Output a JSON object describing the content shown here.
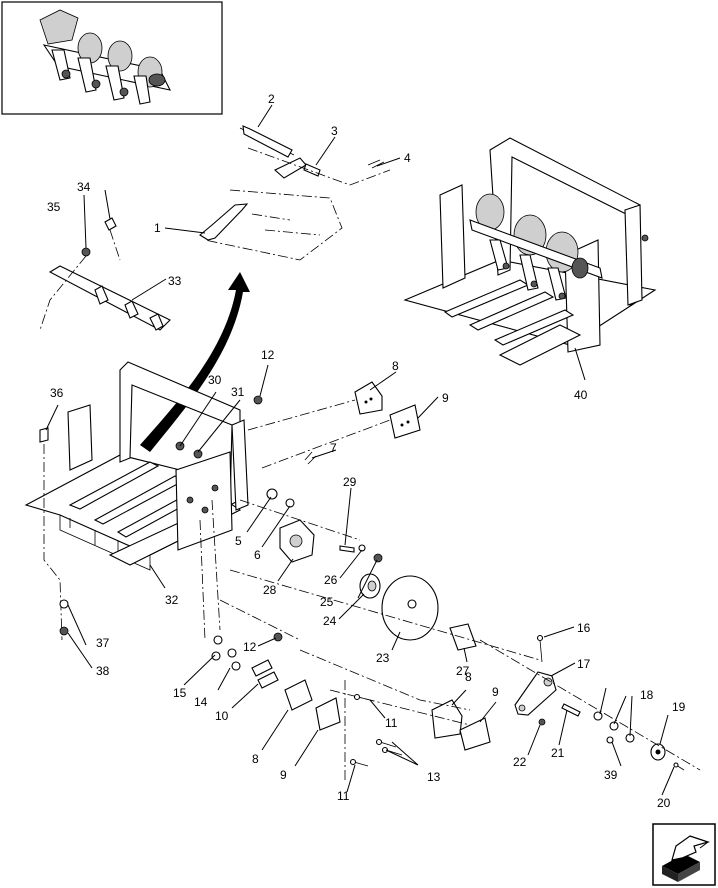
{
  "callouts": [
    {
      "id": "c1",
      "text": "1"
    },
    {
      "id": "c2",
      "text": "2"
    },
    {
      "id": "c3",
      "text": "3"
    },
    {
      "id": "c4",
      "text": "4"
    },
    {
      "id": "c5",
      "text": "5"
    },
    {
      "id": "c6",
      "text": "6"
    },
    {
      "id": "c7",
      "text": "7"
    },
    {
      "id": "c8a",
      "text": "8"
    },
    {
      "id": "c8b",
      "text": "8"
    },
    {
      "id": "c8c",
      "text": "8"
    },
    {
      "id": "c9a",
      "text": "9"
    },
    {
      "id": "c9b",
      "text": "9"
    },
    {
      "id": "c9c",
      "text": "9"
    },
    {
      "id": "c10",
      "text": "10"
    },
    {
      "id": "c11a",
      "text": "11"
    },
    {
      "id": "c11b",
      "text": "11"
    },
    {
      "id": "c12a",
      "text": "12"
    },
    {
      "id": "c12b",
      "text": "12"
    },
    {
      "id": "c13",
      "text": "13"
    },
    {
      "id": "c14",
      "text": "14"
    },
    {
      "id": "c15",
      "text": "15"
    },
    {
      "id": "c16",
      "text": "16"
    },
    {
      "id": "c17",
      "text": "17"
    },
    {
      "id": "c18",
      "text": "18"
    },
    {
      "id": "c19",
      "text": "19"
    },
    {
      "id": "c20",
      "text": "20"
    },
    {
      "id": "c21",
      "text": "21"
    },
    {
      "id": "c22",
      "text": "22"
    },
    {
      "id": "c23",
      "text": "23"
    },
    {
      "id": "c24",
      "text": "24"
    },
    {
      "id": "c25",
      "text": "25"
    },
    {
      "id": "c26",
      "text": "26"
    },
    {
      "id": "c27",
      "text": "27"
    },
    {
      "id": "c28",
      "text": "28"
    },
    {
      "id": "c29",
      "text": "29"
    },
    {
      "id": "c30",
      "text": "30"
    },
    {
      "id": "c31",
      "text": "31"
    },
    {
      "id": "c32",
      "text": "32"
    },
    {
      "id": "c33",
      "text": "33"
    },
    {
      "id": "c34",
      "text": "34"
    },
    {
      "id": "c35",
      "text": "35"
    },
    {
      "id": "c36",
      "text": "36"
    },
    {
      "id": "c37",
      "text": "37"
    },
    {
      "id": "c38",
      "text": "38"
    },
    {
      "id": "c39",
      "text": "39"
    },
    {
      "id": "c40",
      "text": "40"
    }
  ],
  "icons": {
    "nav_button": "next-page-arrow-icon",
    "inset": "assembly-overview-thumbnail"
  }
}
